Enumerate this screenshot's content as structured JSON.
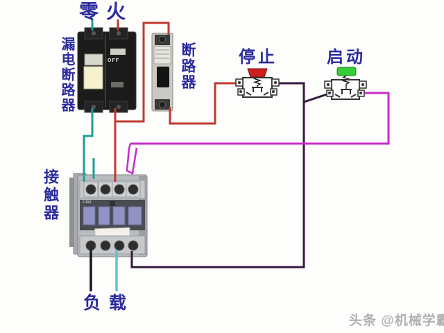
{
  "diagram": {
    "labels": {
      "neutral": "零",
      "live": "火",
      "leakage_breaker": "漏电断路器",
      "circuit_breaker": "断路器",
      "stop": "停止",
      "start": "启动",
      "contactor": "接触器",
      "load": "负载"
    },
    "device_texts": {
      "breaker_off": "OFF",
      "contactor_model": "CJX2"
    },
    "watermark": "头条 @机械学霸",
    "colors": {
      "label_text": "#2b2b9e",
      "neutral_wire": "#1f9e96",
      "live_wire": "#c0392f",
      "control_wire_dark": "#35183d",
      "seal_in_wire": "#c82cc8",
      "load_wire_black": "#161616",
      "load_wire_cyan": "#63c3c9",
      "stop_cap": "#cc1f1f",
      "start_cap": "#35cc35",
      "device_dark_body": "#1b1b1b",
      "device_gray_body": "#b9bcbf"
    }
  }
}
